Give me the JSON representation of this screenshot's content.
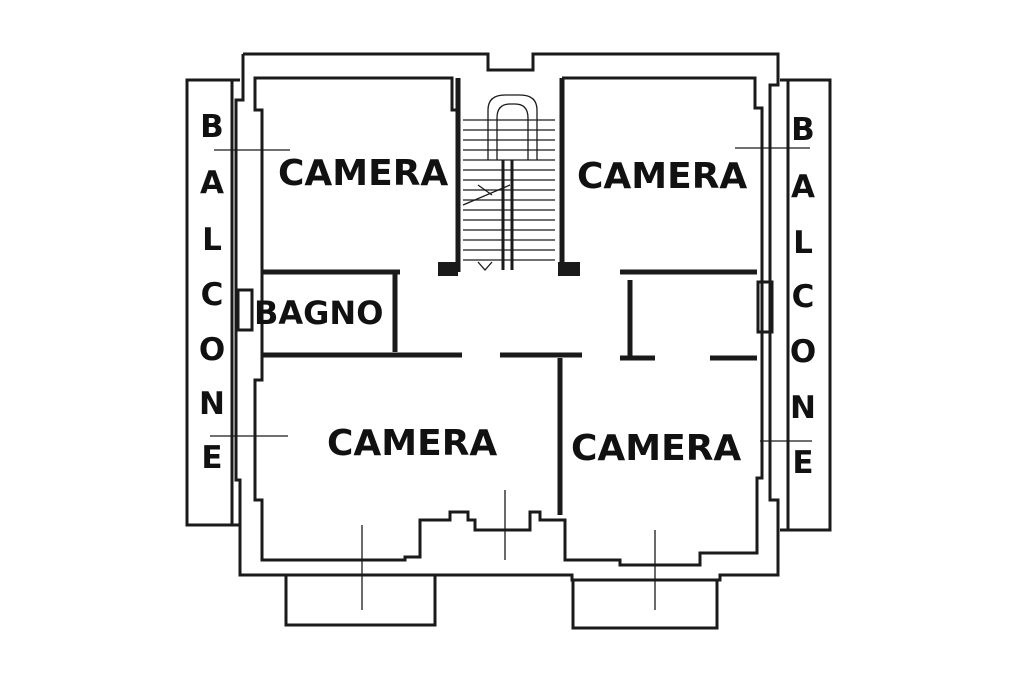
{
  "rooms": {
    "top_left": "CAMERA",
    "top_right": "CAMERA",
    "bottom_left": "CAMERA",
    "bottom_right": "CAMERA",
    "bathroom": "BAGNO"
  },
  "balconies": {
    "left": [
      "B",
      "A",
      "L",
      "C",
      "O",
      "N",
      "E"
    ],
    "right": [
      "B",
      "A",
      "L",
      "C",
      "O",
      "N",
      "E"
    ]
  }
}
